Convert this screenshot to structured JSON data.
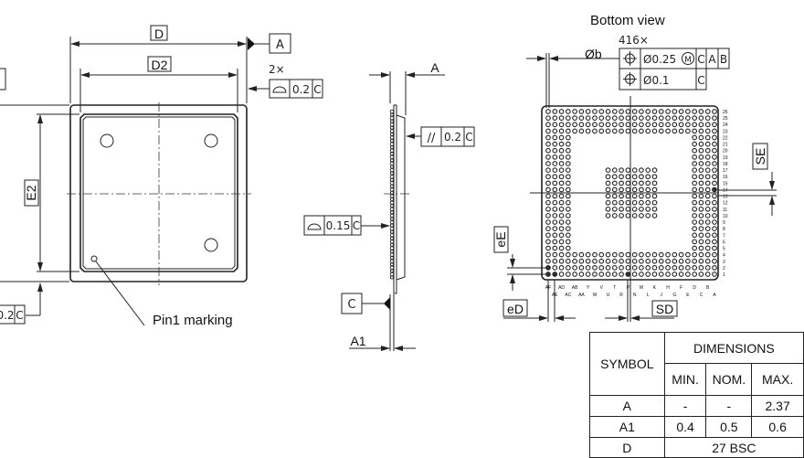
{
  "top_view": {
    "dim_d": "D",
    "dim_d2": "D2",
    "dim_e2": "E2",
    "datum_a": "A",
    "count_2x": "2×",
    "flatness_value": "0.2",
    "flatness_datum": "C",
    "left_tol_value": "0.2",
    "left_tol_datum": "C",
    "pin1_label": "Pin1 marking"
  },
  "side_view": {
    "dim_a": "A",
    "dim_a1": "A1",
    "parallel_symbol": "//",
    "parallel_value": "0.2",
    "parallel_datum": "C",
    "coplanarity_value": "0.15",
    "coplanarity_datum": "C",
    "datum_c": "C"
  },
  "bottom_view": {
    "title": "Bottom view",
    "ball_count": "416×",
    "ball_dia": "Øb",
    "fcf_row1": {
      "tol": "Ø0.25",
      "modifier": "M",
      "datums": [
        "C",
        "A",
        "B"
      ]
    },
    "fcf_row2": {
      "tol": "Ø0.1",
      "datums": [
        "C"
      ]
    },
    "dim_se": "SE",
    "dim_ee": "eE",
    "dim_ed": "eD",
    "dim_sd": "SD",
    "column_labels": [
      "AF",
      "AE",
      "AD",
      "AC",
      "AB",
      "AA",
      "Y",
      "W",
      "V",
      "U",
      "T",
      "R",
      "P",
      "N",
      "M",
      "L",
      "K",
      "J",
      "H",
      "G",
      "F",
      "E",
      "D",
      "C",
      "B",
      "A"
    ],
    "row_labels": [
      "26",
      "25",
      "24",
      "23",
      "22",
      "21",
      "20",
      "19",
      "18",
      "17",
      "16",
      "15",
      "14",
      "13",
      "12",
      "11",
      "10",
      "9",
      "8",
      "7",
      "6",
      "5",
      "4",
      "3",
      "2",
      "1"
    ]
  },
  "table": {
    "symbol_header": "SYMBOL",
    "dimensions_header": "DIMENSIONS",
    "min": "MIN.",
    "nom": "NOM.",
    "max": "MAX.",
    "rows": [
      {
        "symbol": "A",
        "min": "-",
        "nom": "-",
        "max": "2.37"
      },
      {
        "symbol": "A1",
        "min": "0.4",
        "nom": "0.5",
        "max": "0.6"
      },
      {
        "symbol": "D",
        "bsc": "27 BSC"
      }
    ]
  }
}
